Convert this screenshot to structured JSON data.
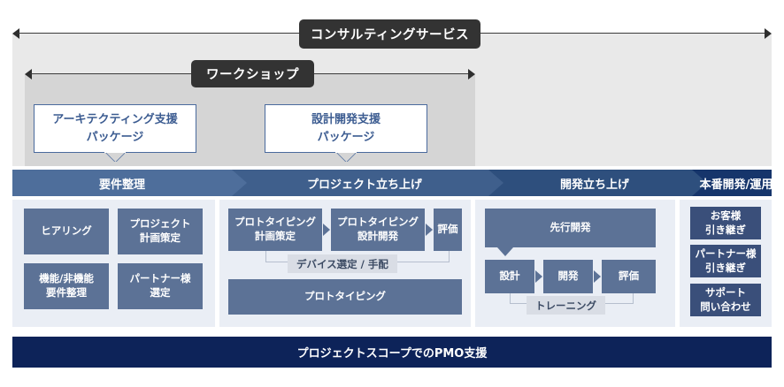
{
  "spans": {
    "consulting": {
      "label": "コンサルティングサービス"
    },
    "workshop": {
      "label": "ワークショップ"
    }
  },
  "packages": [
    {
      "line1": "アーキテクティング支援",
      "line2": "パッケージ"
    },
    {
      "line1": "設計開発支援",
      "line2": "パッケージ"
    }
  ],
  "phases": [
    {
      "label": "要件整理",
      "color": "#4e6e9b"
    },
    {
      "label": "プロジェクト立ち上げ",
      "color": "#3f5f8c"
    },
    {
      "label": "開発立ち上げ",
      "color": "#2e4f7d"
    },
    {
      "label": "本番開発/運用",
      "color": "#16356b"
    }
  ],
  "columns": [
    {
      "name": "requirements",
      "tasks": [
        {
          "line1": "ヒアリング",
          "line2": ""
        },
        {
          "line1": "プロジェクト",
          "line2": "計画策定"
        },
        {
          "line1": "機能/非機能",
          "line2": "要件整理"
        },
        {
          "line1": "パートナー様",
          "line2": "選定"
        }
      ]
    },
    {
      "name": "project-kickoff",
      "tasks": [
        {
          "line1": "プロトタイピング",
          "line2": "計画策定"
        },
        {
          "line1": "プロトタイピング",
          "line2": "設計開発"
        },
        {
          "line1": "評価",
          "line2": ""
        }
      ],
      "bracket_label": "デバイス選定 / 手配",
      "wide_task": "プロトタイピング"
    },
    {
      "name": "dev-kickoff",
      "top_task": "先行開発",
      "tasks": [
        {
          "line1": "設計",
          "line2": ""
        },
        {
          "line1": "開発",
          "line2": ""
        },
        {
          "line1": "評価",
          "line2": ""
        }
      ],
      "bracket_label": "トレーニング"
    },
    {
      "name": "production-ops",
      "tasks": [
        {
          "line1": "お客様",
          "line2": "引き継ぎ"
        },
        {
          "line1": "パートナー様",
          "line2": "引き継ぎ"
        },
        {
          "line1": "サポート",
          "line2": "問い合わせ"
        }
      ]
    }
  ],
  "footer": {
    "label": "プロジェクトスコープでのPMO支援"
  },
  "colors": {
    "chip": "#333333",
    "task": "#5c7296",
    "task_navy": "#3a4f7a",
    "package_border": "#4a6a9d",
    "package_text": "#3c5c91",
    "panel_outer": "#e9e9e9",
    "panel_inner": "#d5d5d5",
    "column_bg": "#eaeef5",
    "footer_bg": "#0d2359"
  }
}
